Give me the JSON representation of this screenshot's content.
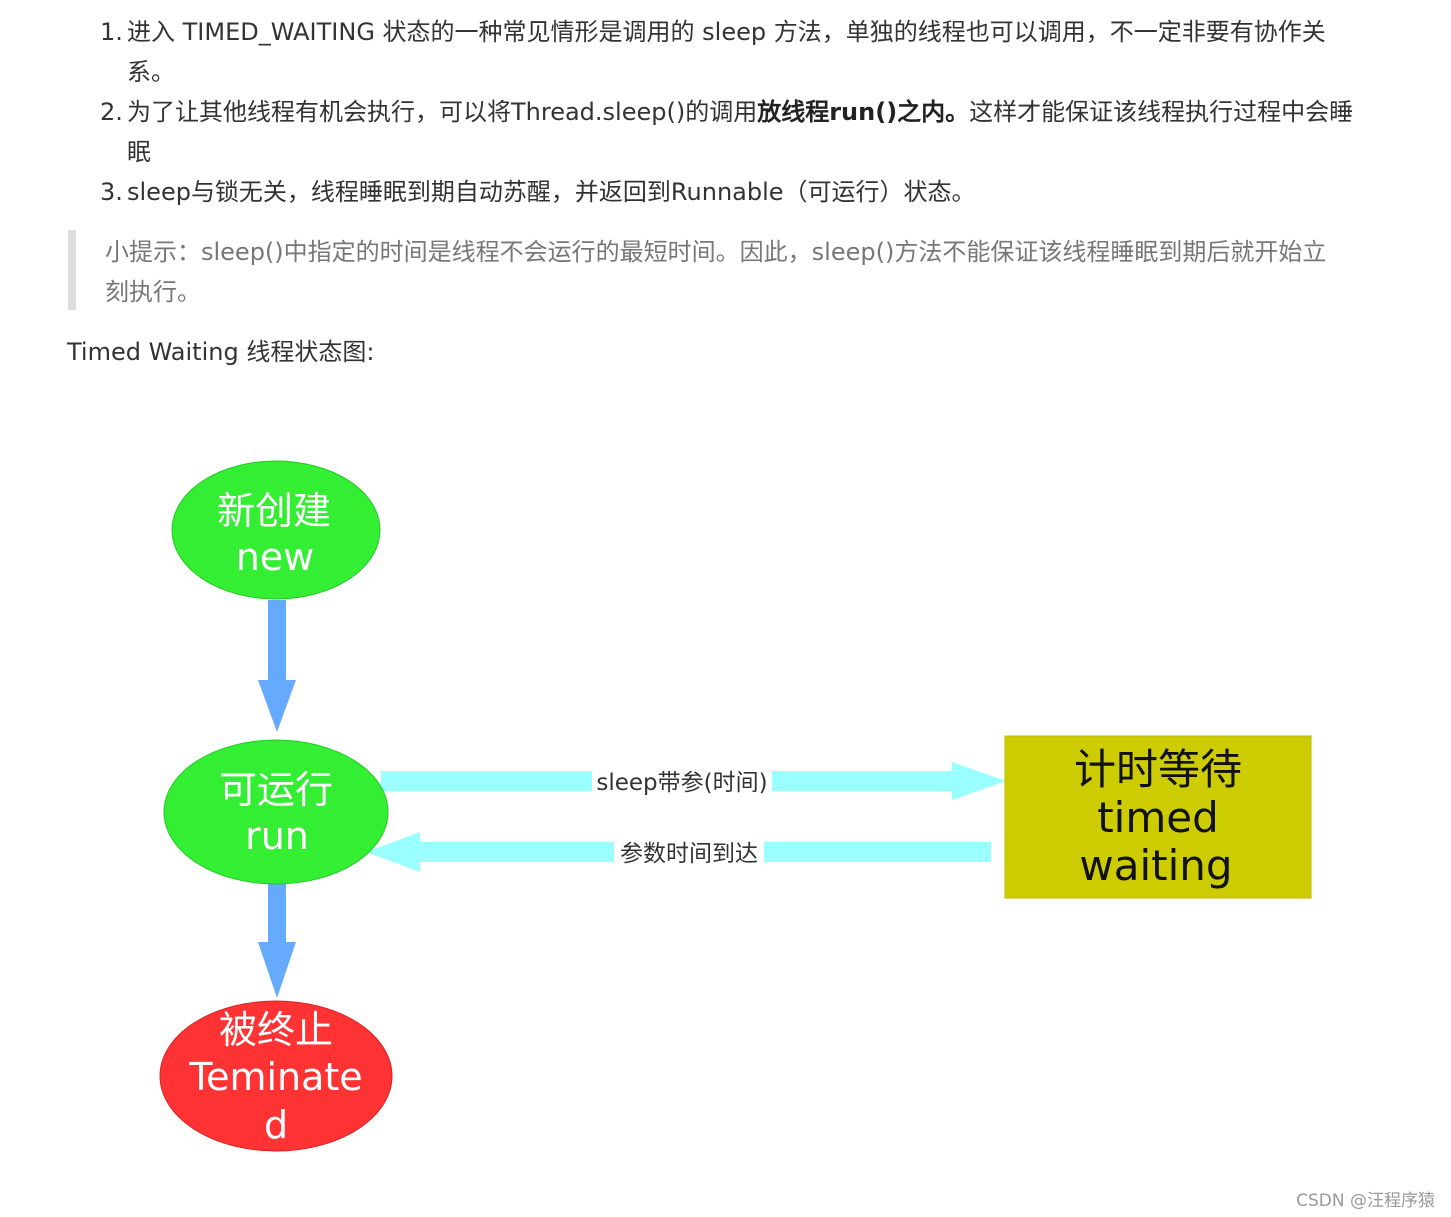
{
  "list": [
    {
      "num": "1.",
      "text": "进入 TIMED_WAITING 状态的一种常见情形是调用的 sleep 方法，单独的线程也可以调用，不一定非要有协作关系。"
    },
    {
      "num": "2.",
      "pre": "为了让其他线程有机会执行，可以将Thread.sleep()的调用",
      "bold": "放线程run()之内。",
      "post": "这样才能保证该线程执行过程中会睡眠"
    },
    {
      "num": "3.",
      "text": "sleep与锁无关，线程睡眠到期自动苏醒，并返回到Runnable（可运行）状态。"
    }
  ],
  "tip": "小提示：sleep()中指定的时间是线程不会运行的最短时间。因此，sleep()方法不能保证该线程睡眠到期后就开始立刻执行。",
  "caption": "Timed Waiting 线程状态图:",
  "diagram": {
    "new_state": {
      "zh": "新创建",
      "en": "new"
    },
    "run_state": {
      "zh": "可运行",
      "en": "run"
    },
    "terminated_state": {
      "zh": "被终止",
      "en_line1": "Teminate",
      "en_line2": "d"
    },
    "timed_state": {
      "zh": "计时等待",
      "en_line1": "timed",
      "en_line2": "waiting"
    },
    "arrow_sleep_label": "sleep带参(时间)",
    "arrow_return_label": "参数时间到达",
    "colors": {
      "green": "#33ee33",
      "red": "#ff3333",
      "olive": "#cccc00",
      "blue_arrow": "#66aaff",
      "cyan_arrow": "#99ffff"
    }
  },
  "watermark": "CSDN @汪程序猿"
}
